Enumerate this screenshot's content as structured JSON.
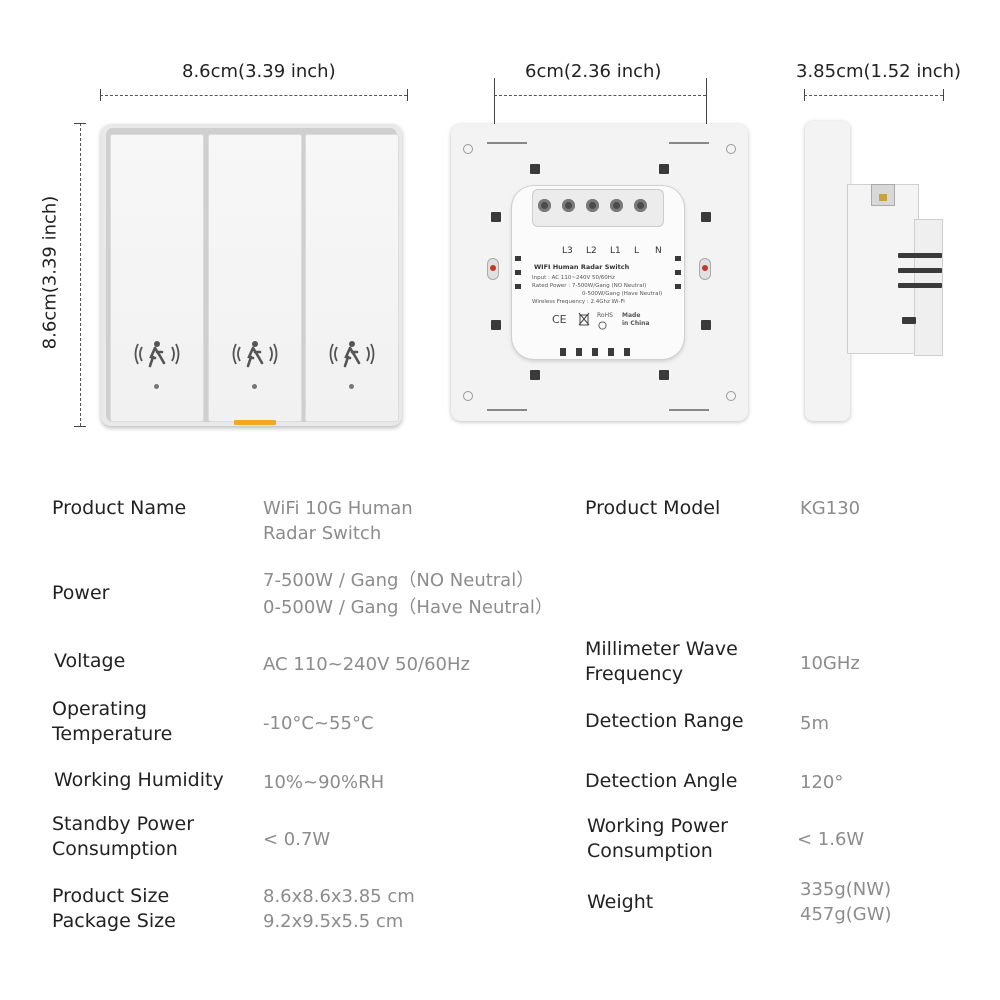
{
  "dimensions": {
    "front_width": "8.6cm(3.39 inch)",
    "front_height": "8.6cm(3.39 inch)",
    "back_hole_distance": "6cm(2.36 inch)",
    "depth": "3.85cm(1.52 inch)"
  },
  "module": {
    "terminals": [
      "L3",
      "L2",
      "L1",
      "L",
      "N"
    ],
    "title": "WIFI Human Radar Switch",
    "input": "Input : AC 110~240V  50/60Hz",
    "rated_power_1": "Rated Power : 7-500W/Gang (NO Neutral)",
    "rated_power_2": "0-500W/Gang (Have Neutral)",
    "wireless": "Wireless Frequency : 2.4Ghz Wi-Fi",
    "ce": "CE",
    "rohs": "RoHS",
    "made_1": "Made",
    "made_2": "in China"
  },
  "specs": {
    "product_name_label": "Product Name",
    "product_name_value": "WiFi 10G Human\n Radar Switch",
    "product_model_label": "Product Model",
    "product_model_value": "KG130",
    "power_label": "Power",
    "power_value": "7-500W / Gang（NO Neutral）\n0-500W / Gang（Have Neutral）",
    "voltage_label": "Voltage",
    "voltage_value": "AC 110~240V 50/60Hz",
    "mmwave_label": "Millimeter Wave\nFrequency",
    "mmwave_value": "10GHz",
    "op_temp_label": "Operating\nTemperature",
    "op_temp_value": "-10°C~55°C",
    "detection_range_label": "Detection Range",
    "detection_range_value": "5m",
    "humidity_label": "Working Humidity",
    "humidity_value": "10%~90%RH",
    "detection_angle_label": "Detection Angle",
    "detection_angle_value": "120°",
    "standby_label": "Standby Power\nConsumption",
    "standby_value": "< 0.7W",
    "working_power_label": "Working Power\nConsumption",
    "working_power_value": "< 1.6W",
    "size_label": "Product Size\nPackage Size",
    "size_value": "8.6x8.6x3.85 cm\n9.2x9.5x5.5 cm",
    "weight_label": "Weight",
    "weight_value": "335g(NW)\n457g(GW)"
  },
  "icons": {
    "motion_sensor": "motion-sensor-icon",
    "recycle": "recycle-icon",
    "weee_bin": "weee-bin-icon"
  },
  "colors": {
    "indicator_tab": "#f5a623",
    "clip_dot": "#c0392b",
    "value_text": "#8c8c8c"
  }
}
